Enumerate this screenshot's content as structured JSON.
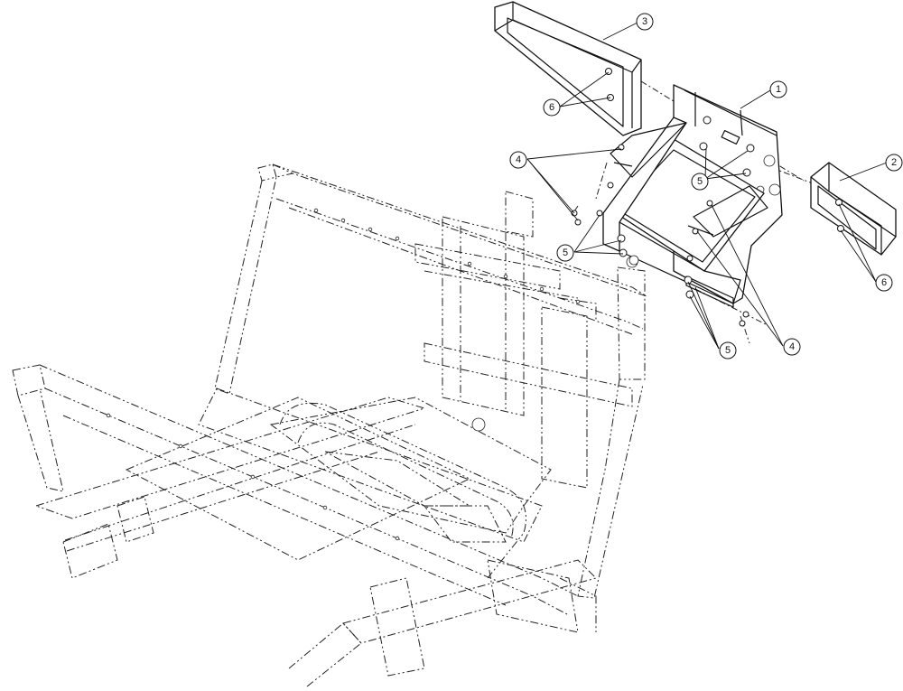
{
  "callouts": [
    {
      "id": "1",
      "label": "1"
    },
    {
      "id": "2",
      "label": "2"
    },
    {
      "id": "3",
      "label": "3"
    },
    {
      "id": "4a",
      "label": "4"
    },
    {
      "id": "4b",
      "label": "4"
    },
    {
      "id": "5a",
      "label": "5"
    },
    {
      "id": "5b",
      "label": "5"
    },
    {
      "id": "5c",
      "label": "5"
    },
    {
      "id": "6a",
      "label": "6"
    },
    {
      "id": "6b",
      "label": "6"
    }
  ]
}
